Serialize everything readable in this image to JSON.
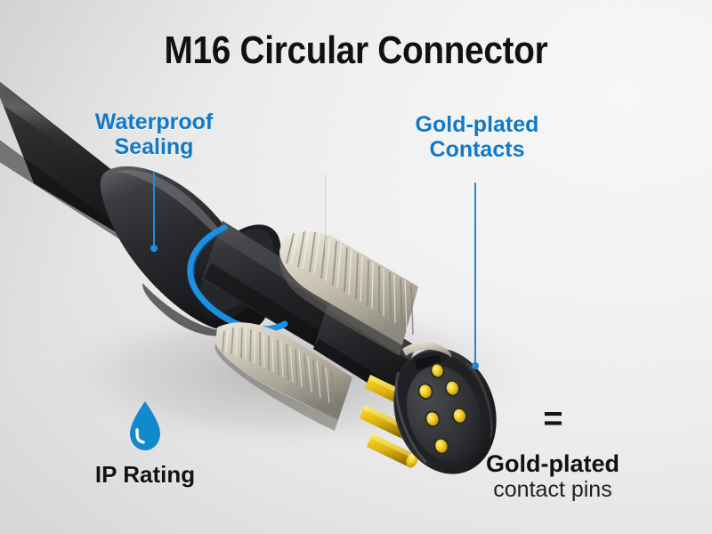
{
  "header": {
    "title": "M16 Circular Connector"
  },
  "callouts": [
    {
      "id": "waterproof",
      "line1": "Waterproof",
      "line2": "Sealing",
      "color": "#1179c8",
      "leader_color": "#1b8fe0"
    },
    {
      "id": "gold-plated-contacts",
      "line1": "Gold-plated",
      "line2": "Contacts",
      "color": "#1179c8",
      "leader_color": "#2a86c8"
    }
  ],
  "ip_rating": {
    "icon": "water-drop-icon",
    "label": "IP Rating",
    "icon_color": "#1289ca"
  },
  "pin_legend": {
    "equals": "=",
    "line1": "Gold-plated",
    "line2": "contact pins"
  },
  "artwork": {
    "subject": "m16-circular-connector-cutaway",
    "cable_color": "#2b2b2d",
    "housing_color": "#35363a",
    "metal_color": "#cfc9bb",
    "pin_color": "#e8c11a",
    "seal_highlight_color": "#1b8fe0",
    "face_pin_count": 6,
    "cutaway_pin_count": 3
  },
  "background": {
    "top_color": "#f3f3f3",
    "bottom_left_color": "#d9d9d9"
  }
}
